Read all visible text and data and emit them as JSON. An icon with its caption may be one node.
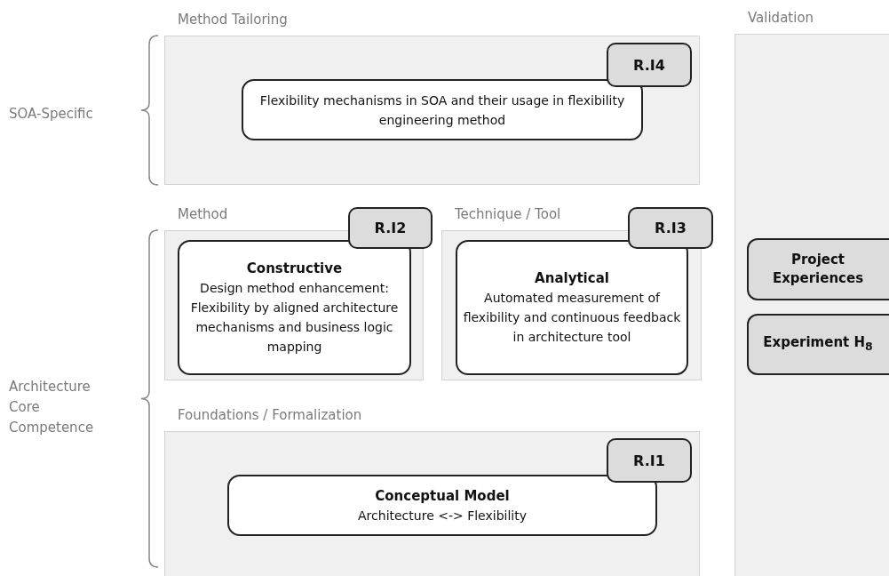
{
  "diagram": {
    "nodes": [
      {
        "text": [
          "Method Tailoring"
        ]
      },
      {
        "text": [
          "R.I4"
        ],
        "in": 0
      },
      {
        "text": [
          "Flexibility mechanisms in SOA and their usage in flexibility engineering method"
        ],
        "in": 0
      },
      {
        "text": [
          "Method"
        ]
      },
      {
        "text": [
          "R.I2"
        ]
      },
      {
        "text": [
          "Constructive",
          "Design method enhancement: Flexibility by aligned architecture mechanisms and business logic mapping"
        ],
        "in": 3
      },
      {
        "text": [
          "Technique / Tool"
        ]
      },
      {
        "text": [
          "R.I3"
        ]
      },
      {
        "text": [
          "Analytical",
          "Automated measurement of flexibility and continuous feedback in architecture tool"
        ],
        "in": 6
      },
      {
        "text": [
          "Foundations / Formalization"
        ]
      },
      {
        "text": [
          "R.I1"
        ],
        "in": 9
      },
      {
        "text": [
          "Conceptual Model",
          "Architecture <-> Flexibility"
        ],
        "in": 9
      },
      {
        "text": [
          "Validation"
        ]
      },
      {
        "text": [
          "Project Experiences"
        ],
        "in": 12
      },
      {
        "text": [
          "Experiment H$_{8}$"
        ],
        "in": 12
      }
    ],
    "labels": [
      "SOA-Specific",
      "Architecture Core Competence"
    ]
  }
}
